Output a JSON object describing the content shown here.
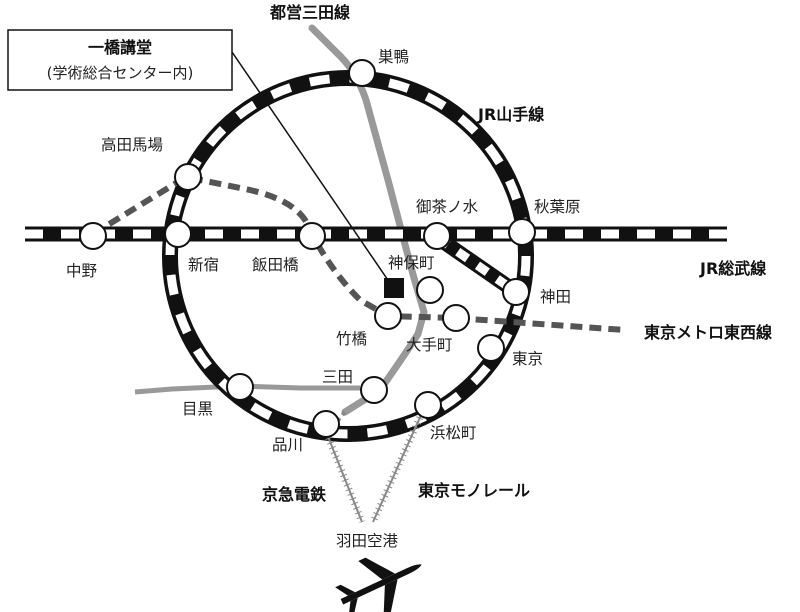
{
  "callout": {
    "title": "一橋講堂",
    "subtitle": "(学術総合センター内)"
  },
  "lines": {
    "mita": "都営三田線",
    "yamanote": "JR山手線",
    "sobu": "JR総武線",
    "tozai": "東京メトロ東西線",
    "keikyu": "京急電鉄",
    "monorail": "東京モノレール"
  },
  "stations": {
    "sugamo": "巣鴨",
    "takadanobaba": "高田馬場",
    "nakano": "中野",
    "shinjuku": "新宿",
    "iidabashi": "飯田橋",
    "ochanomizu": "御茶ノ水",
    "akihabara": "秋葉原",
    "jimbocho": "神保町",
    "kanda": "神田",
    "takebashi": "竹橋",
    "otemachi": "大手町",
    "tokyo": "東京",
    "mita_st": "三田",
    "meguro": "目黒",
    "shinagawa": "品川",
    "hamamatsucho": "浜松町",
    "haneda": "羽田空港"
  },
  "icons": {
    "plane": "airplane-icon",
    "venue": "venue-marker-icon"
  },
  "colors": {
    "track": "#111111",
    "gray_line": "#999999",
    "dashed": "#555555",
    "rail": "#888888"
  }
}
